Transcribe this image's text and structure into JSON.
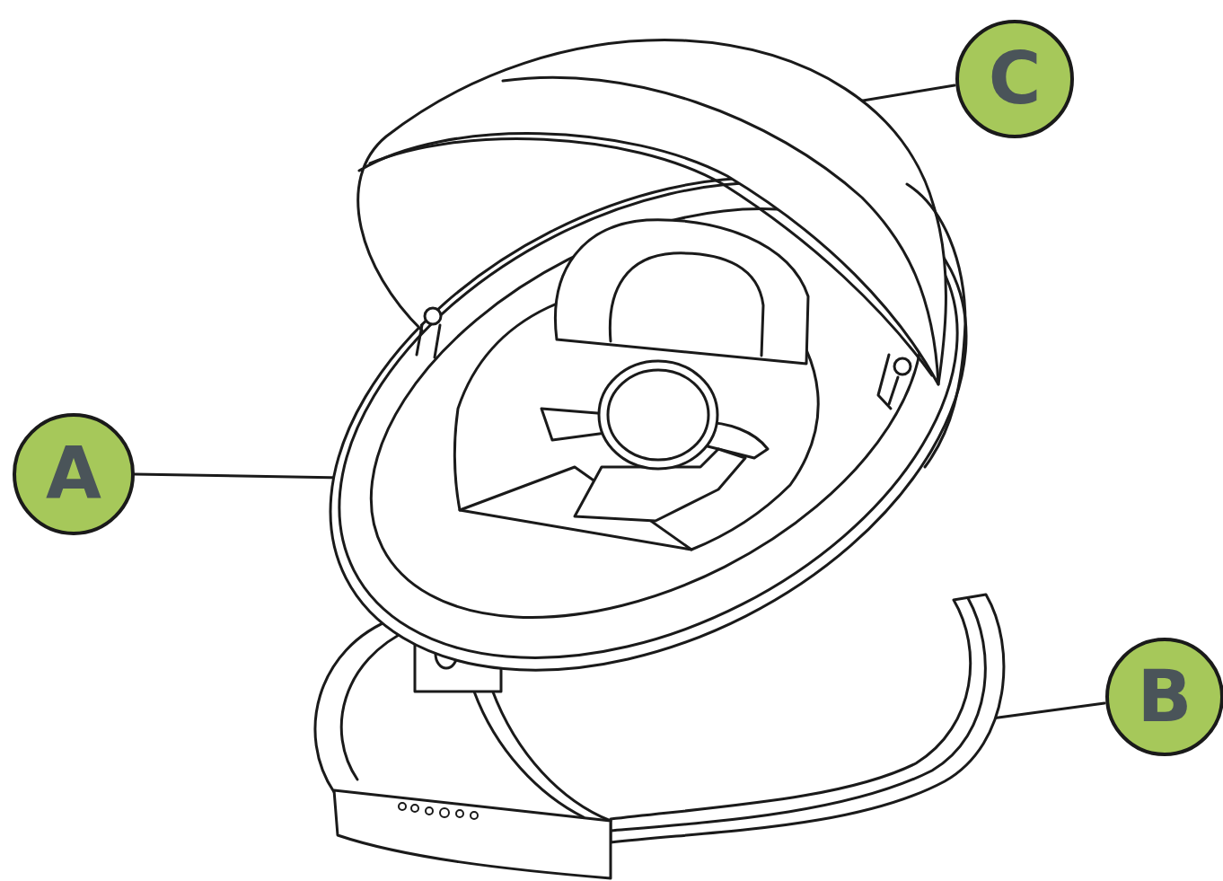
{
  "diagram": {
    "nodes": [
      {
        "text": [
          "C"
        ]
      },
      {
        "text": [
          "A"
        ]
      },
      {
        "text": [
          "B"
        ]
      }
    ]
  }
}
